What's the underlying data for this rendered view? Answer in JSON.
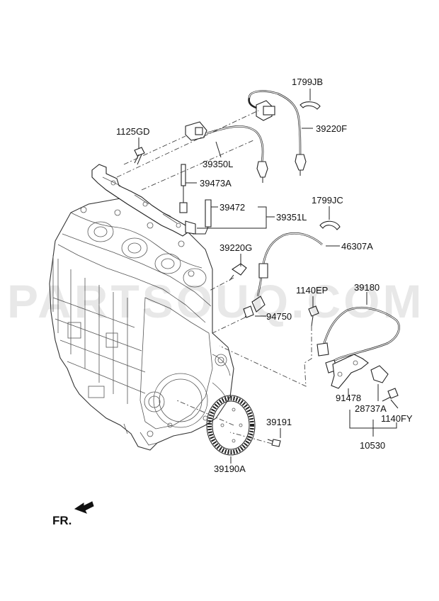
{
  "diagram": {
    "watermark": "PARTSOUQ.COM",
    "direction_label": "FR.",
    "callouts": [
      {
        "id": "1799JB",
        "text": "1799JB"
      },
      {
        "id": "39220F",
        "text": "39220F"
      },
      {
        "id": "1125GD",
        "text": "1125GD"
      },
      {
        "id": "39350L",
        "text": "39350L"
      },
      {
        "id": "39473A",
        "text": "39473A"
      },
      {
        "id": "39472",
        "text": "39472"
      },
      {
        "id": "39351L",
        "text": "39351L"
      },
      {
        "id": "1799JC",
        "text": "1799JC"
      },
      {
        "id": "39220G",
        "text": "39220G"
      },
      {
        "id": "46307A",
        "text": "46307A"
      },
      {
        "id": "1140EP",
        "text": "1140EP"
      },
      {
        "id": "39180",
        "text": "39180"
      },
      {
        "id": "94750",
        "text": "94750"
      },
      {
        "id": "91478",
        "text": "91478"
      },
      {
        "id": "28737A",
        "text": "28737A"
      },
      {
        "id": "1140FY",
        "text": "1140FY"
      },
      {
        "id": "10530",
        "text": "10530"
      },
      {
        "id": "39191",
        "text": "39191"
      },
      {
        "id": "39190A",
        "text": "39190A"
      }
    ]
  }
}
